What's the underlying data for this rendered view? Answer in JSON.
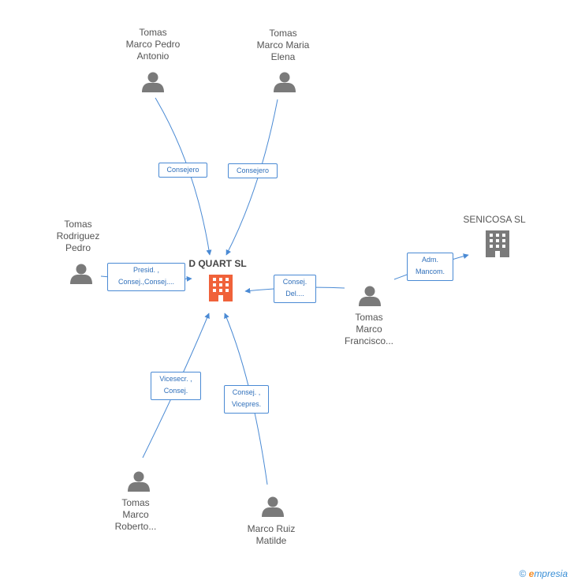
{
  "nodes": {
    "tomas_pedro_antonio": {
      "label": "Tomas\nMarco Pedro\nAntonio",
      "type": "person"
    },
    "tomas_maria_elena": {
      "label": "Tomas\nMarco Maria\nElena",
      "type": "person"
    },
    "tomas_rodriguez": {
      "label": "Tomas\nRodriguez\nPedro",
      "type": "person"
    },
    "dquart": {
      "label": "D QUART SL",
      "type": "company-main"
    },
    "senicosa": {
      "label": "SENICOSA  SL",
      "type": "company"
    },
    "tomas_francisco": {
      "label": "Tomas\nMarco\nFrancisco...",
      "type": "person"
    },
    "tomas_roberto": {
      "label": "Tomas\nMarco\nRoberto...",
      "type": "person"
    },
    "marco_ruiz": {
      "label": "Marco Ruiz\nMatilde",
      "type": "person"
    }
  },
  "edges": [
    {
      "from": "tomas_pedro_antonio",
      "to": "dquart",
      "label": "Consejero"
    },
    {
      "from": "tomas_maria_elena",
      "to": "dquart",
      "label": "Consejero"
    },
    {
      "from": "tomas_rodriguez",
      "to": "dquart",
      "label": "Presid. ,\nConsej.,Consej...."
    },
    {
      "from": "tomas_francisco",
      "to": "dquart",
      "label": "Consej.\nDel...."
    },
    {
      "from": "tomas_francisco",
      "to": "senicosa",
      "label": "Adm.\nMancom."
    },
    {
      "from": "tomas_roberto",
      "to": "dquart",
      "label": "Vicesecr. ,\nConsej."
    },
    {
      "from": "marco_ruiz",
      "to": "dquart",
      "label": "Consej. ,\nVicepres."
    }
  ],
  "colors": {
    "edge": "#4a8ad4",
    "person_icon": "#7a7a7a",
    "company_main": "#f0623a",
    "company": "#7a7a7a"
  },
  "footer": {
    "copyright": "©",
    "brand_initial": "e",
    "brand_rest": "mpresia"
  }
}
